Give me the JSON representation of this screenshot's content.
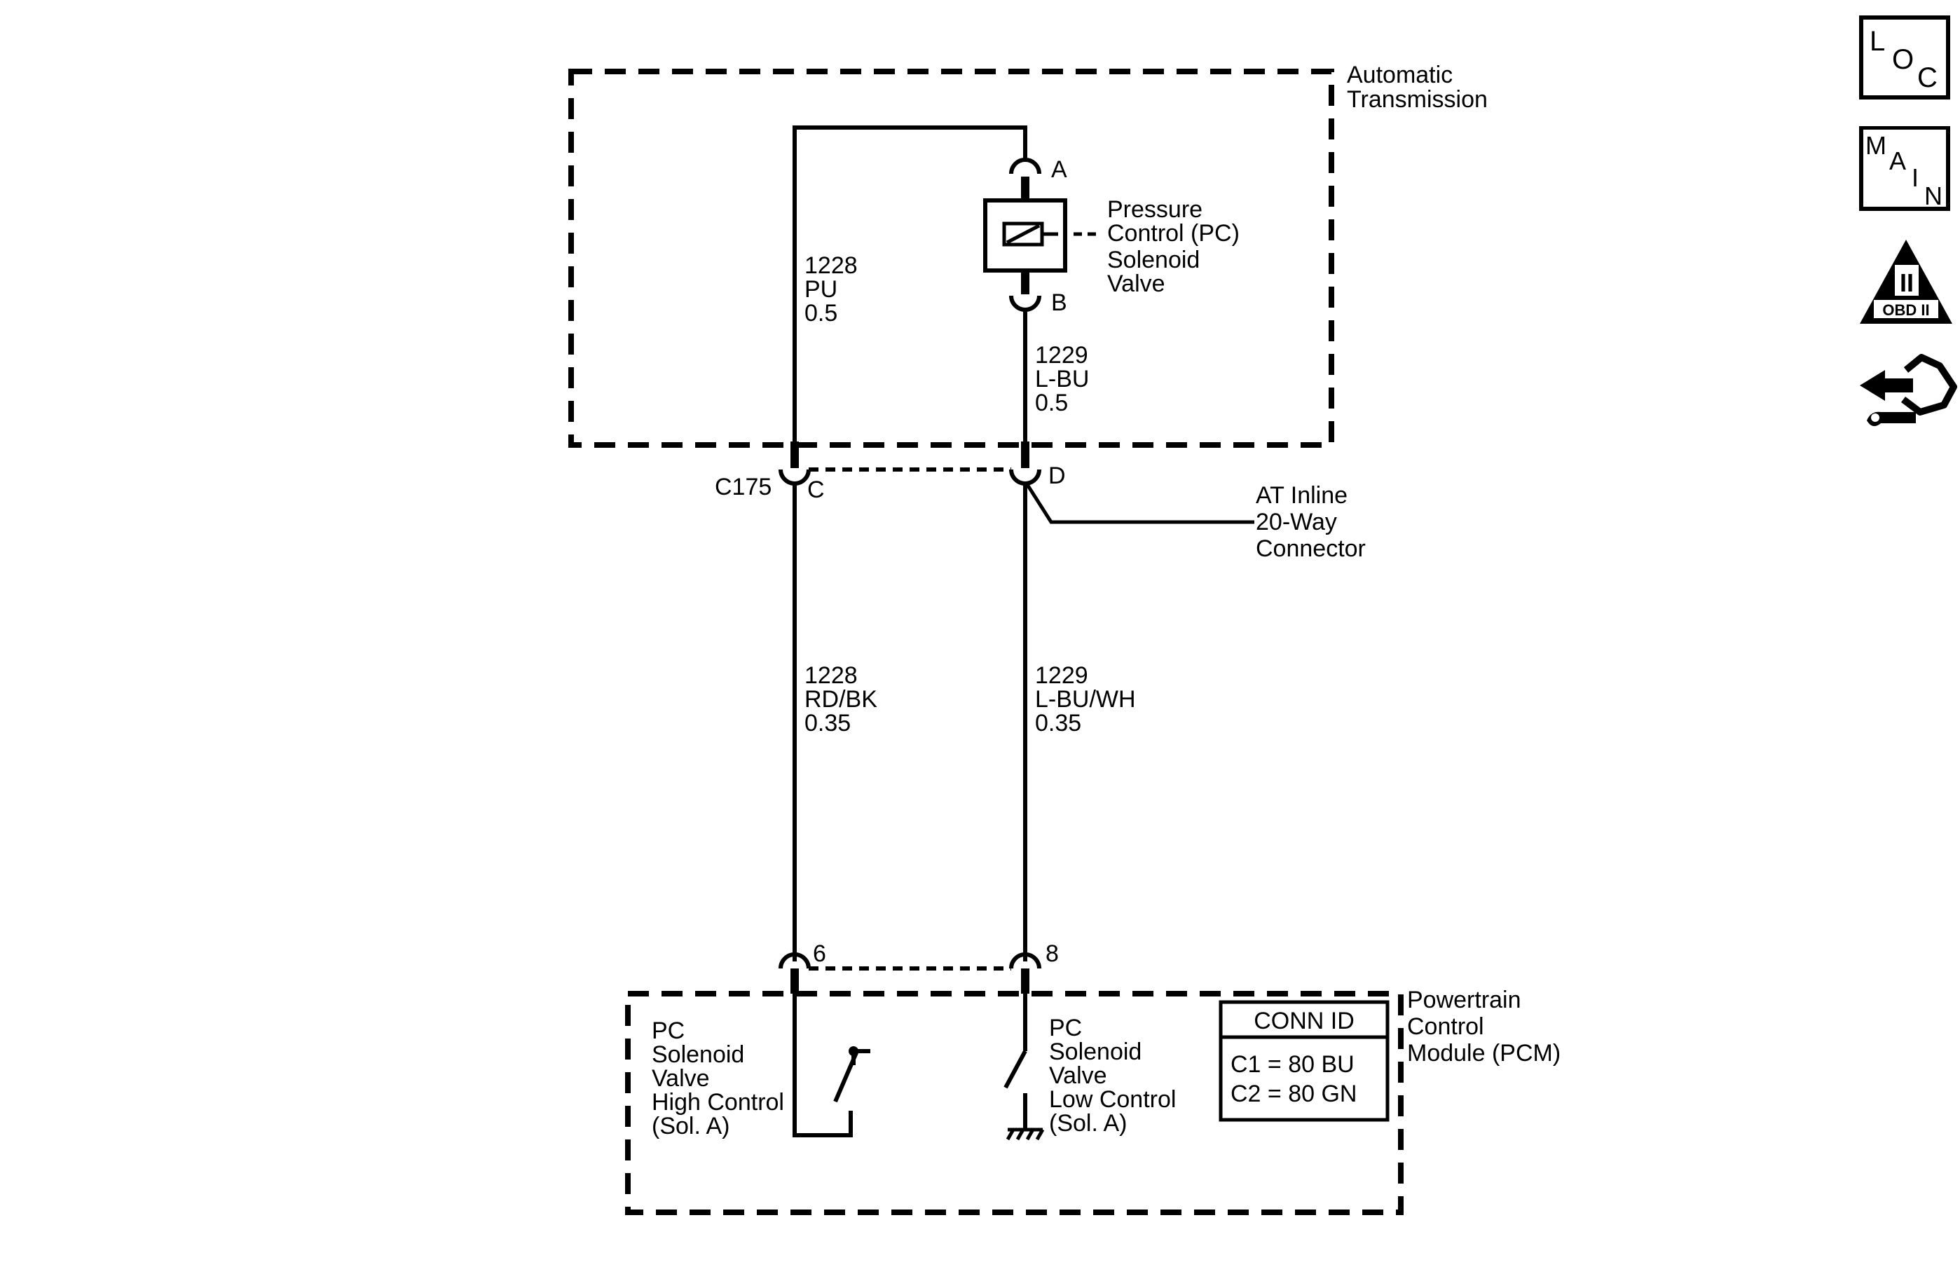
{
  "transmission": {
    "name_line1": "Automatic",
    "name_line2": "Transmission",
    "solenoid": {
      "line1": "Pressure",
      "line2": "Control (PC)",
      "line3": "Solenoid",
      "line4": "Valve",
      "terminal_a": "A",
      "terminal_b": "B"
    }
  },
  "wires": {
    "upper_left": {
      "circuit": "1228",
      "color": "PU",
      "size": "0.5"
    },
    "upper_right": {
      "circuit": "1229",
      "color": "L-BU",
      "size": "0.5"
    },
    "lower_left": {
      "circuit": "1228",
      "color": "RD/BK",
      "size": "0.35"
    },
    "lower_right": {
      "circuit": "1229",
      "color": "L-BU/WH",
      "size": "0.35"
    }
  },
  "inline_connector": {
    "id": "C175",
    "pin_left": "C",
    "pin_right": "D",
    "name_line1": "AT Inline",
    "name_line2": "20-Way",
    "name_line3": "Connector"
  },
  "pcm": {
    "name_line1": "Powertrain",
    "name_line2": "Control",
    "name_line3": "Module (PCM)",
    "pin_left": "6",
    "pin_right": "8",
    "high_control": {
      "line1": "PC",
      "line2": "Solenoid",
      "line3": "Valve",
      "line4": "High Control",
      "line5": "(Sol. A)"
    },
    "low_control": {
      "line1": "PC",
      "line2": "Solenoid",
      "line3": "Valve",
      "line4": "Low Control",
      "line5": "(Sol. A)"
    },
    "conn_id": {
      "title": "CONN ID",
      "row1": "C1 = 80 BU",
      "row2": "C2 = 80 GN"
    }
  },
  "side_icons": {
    "loc": {
      "icon": "loc-icon",
      "l1": "L",
      "l2": "O",
      "l3": "C"
    },
    "main": {
      "icon": "main-icon",
      "l1": "M",
      "l2": "A",
      "l3": "I",
      "l4": "N"
    },
    "obd": {
      "icon": "obd-ii-icon",
      "numeral": "II",
      "label": "OBD II"
    },
    "diag": {
      "icon": "diagnostic-connector-icon"
    }
  }
}
